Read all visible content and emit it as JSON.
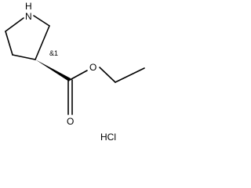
{
  "structure": {
    "atoms": {
      "ring_nitrogen": "N",
      "ring_nitrogen_h": "H",
      "carbonyl_oxygen": "O",
      "ester_oxygen": "O"
    },
    "stereo_label": "&1",
    "salt": "HCl",
    "colors": {
      "ink": "#000000",
      "background": "#ffffff"
    }
  }
}
